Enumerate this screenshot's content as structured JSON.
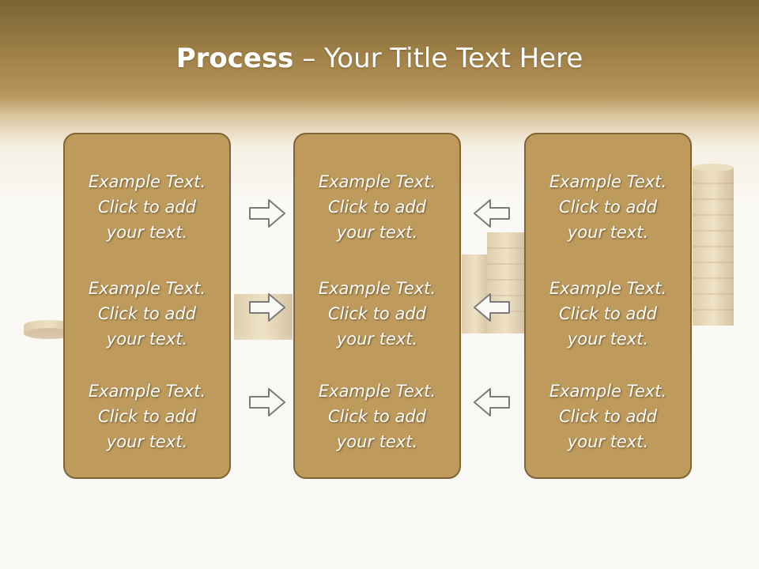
{
  "title": {
    "bold": "Process",
    "rest": " – Your Title Text Here"
  },
  "columns": [
    {
      "items": [
        {
          "line1": "Example Text.",
          "line2": "Click  to add",
          "line3": "your text."
        },
        {
          "line1": "Example Text.",
          "line2": "Click  to add",
          "line3": "your text."
        },
        {
          "line1": "Example Text.",
          "line2": "Click  to add",
          "line3": "your text."
        }
      ]
    },
    {
      "items": [
        {
          "line1": "Example Text.",
          "line2": "Click  to add",
          "line3": "your text."
        },
        {
          "line1": "Example Text.",
          "line2": "Click  to add",
          "line3": "your text."
        },
        {
          "line1": "Example Text.",
          "line2": "Click  to add",
          "line3": "your text."
        }
      ]
    },
    {
      "items": [
        {
          "line1": "Example Text.",
          "line2": "Click  to add",
          "line3": "your text."
        },
        {
          "line1": "Example Text.",
          "line2": "Click  to add",
          "line3": "your text."
        },
        {
          "line1": "Example Text.",
          "line2": "Click  to add",
          "line3": "your text."
        }
      ]
    }
  ],
  "arrows": {
    "left_group": "arrow-right-icon",
    "right_group": "arrow-left-icon"
  },
  "colors": {
    "box_fill": "#be9b5d",
    "box_border": "#7e6535",
    "header_top": "#7a6434",
    "text": "#ffffff"
  }
}
